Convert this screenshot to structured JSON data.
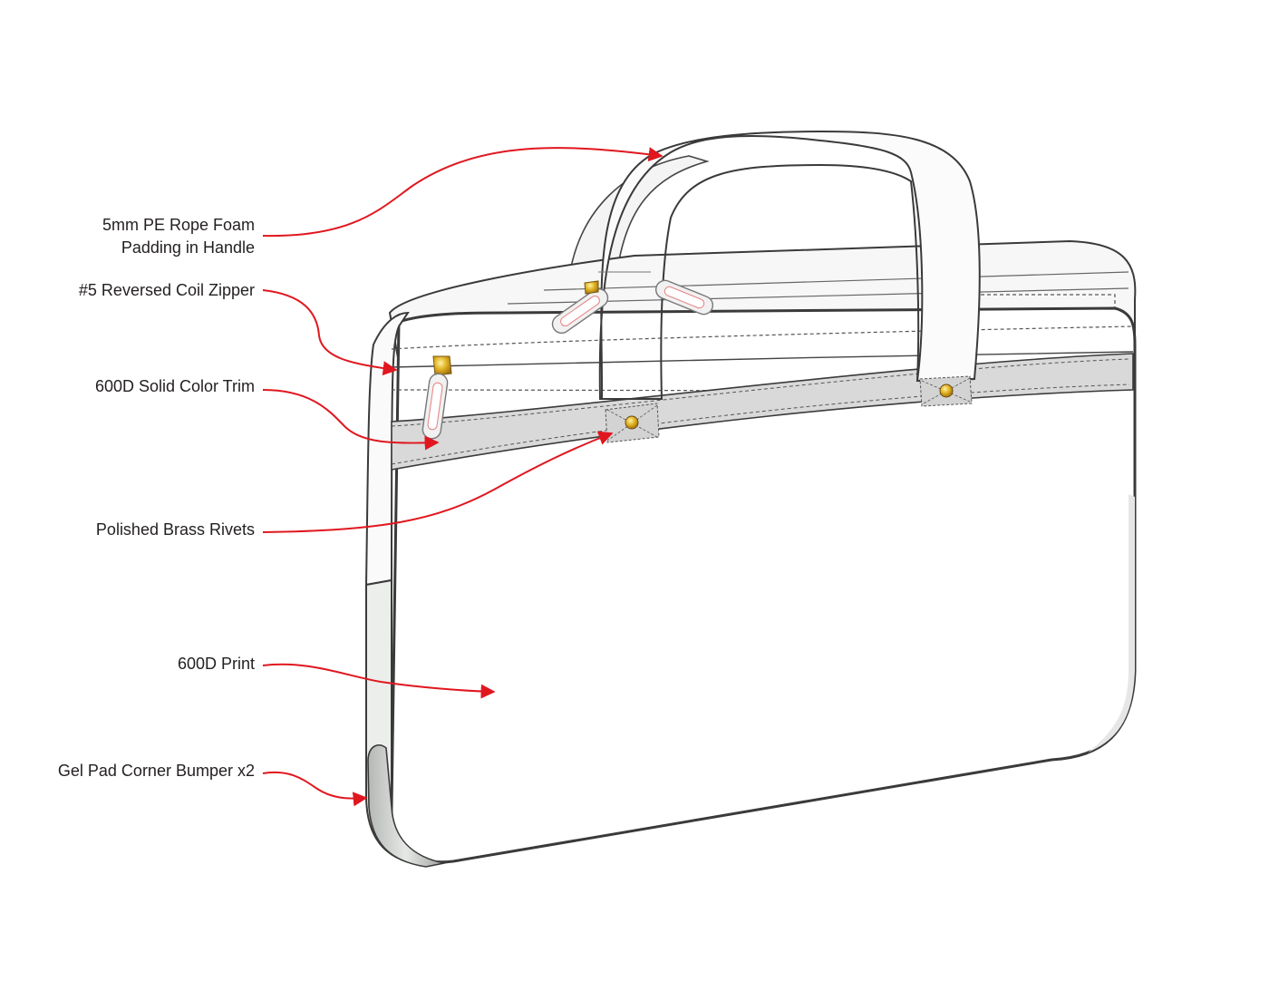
{
  "callouts": [
    {
      "id": "handle",
      "text": "5mm PE Rope Foam\nPadding in Handle"
    },
    {
      "id": "zipper",
      "text": "#5 Reversed Coil Zipper"
    },
    {
      "id": "trim",
      "text": "600D Solid Color Trim"
    },
    {
      "id": "rivets",
      "text": "Polished Brass Rivets"
    },
    {
      "id": "print",
      "text": "600D Print"
    },
    {
      "id": "bumper",
      "text": "Gel Pad Corner Bumper x2"
    }
  ],
  "colors": {
    "leader_line": "#e0171f",
    "outline": "#3a3a3a",
    "trim": "#d9d9d9",
    "brass": "#e0b020",
    "body": "#ffffff",
    "text": "#231f20"
  },
  "icons": [
    "zipper-pull-icon",
    "rivet-icon",
    "handle-icon",
    "corner-bumper-icon"
  ]
}
